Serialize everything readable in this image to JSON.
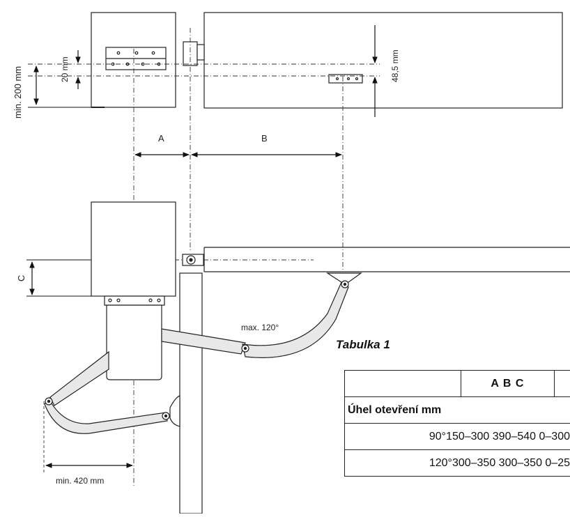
{
  "labels": {
    "min200": "min. 200 mm",
    "mm20": "20 mm",
    "mm485": "48,5 mm",
    "A": "A",
    "B": "B",
    "C": "C",
    "max120": "max. 120°",
    "min420": "min. 420 mm"
  },
  "table": {
    "caption": "Tabulka 1",
    "header": "A B C",
    "row_label": "Úhel otevření mm",
    "rows": [
      "90°150–300 390–540 0–300",
      "120°300–350 300–350 0–25"
    ]
  }
}
